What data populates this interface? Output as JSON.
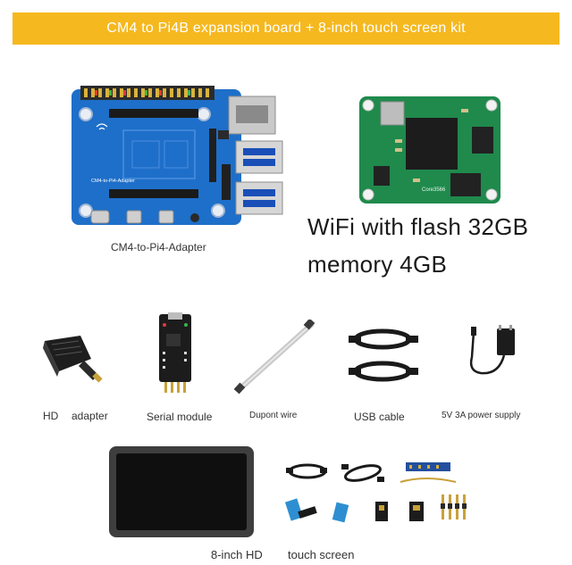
{
  "banner": {
    "title": "CM4 to Pi4B expansion board + 8-inch touch screen kit"
  },
  "top": {
    "adapter_caption": "CM4-to-Pi4-Adapter",
    "adapter_silkscreen": "CM4-to-Pi4-Adapter",
    "module_silkscreen": "Core3566",
    "spec_line1": "WiFi with flash 32GB",
    "spec_line2": "memory 4GB"
  },
  "items": {
    "hd_adapter": {
      "label_a": "HD",
      "label_b": "adapter"
    },
    "serial_module": {
      "label": "Serial module"
    },
    "dupont_wire": {
      "label": "Dupont wire"
    },
    "usb_cable": {
      "label": "USB cable"
    },
    "power_supply": {
      "label": "5V 3A power supply"
    }
  },
  "bottom": {
    "label_a": "8-inch HD",
    "label_b": "touch screen"
  },
  "colors": {
    "banner": "#f5b81f",
    "board_blue": "#1e6fc9",
    "module_green": "#1f8a4c"
  }
}
